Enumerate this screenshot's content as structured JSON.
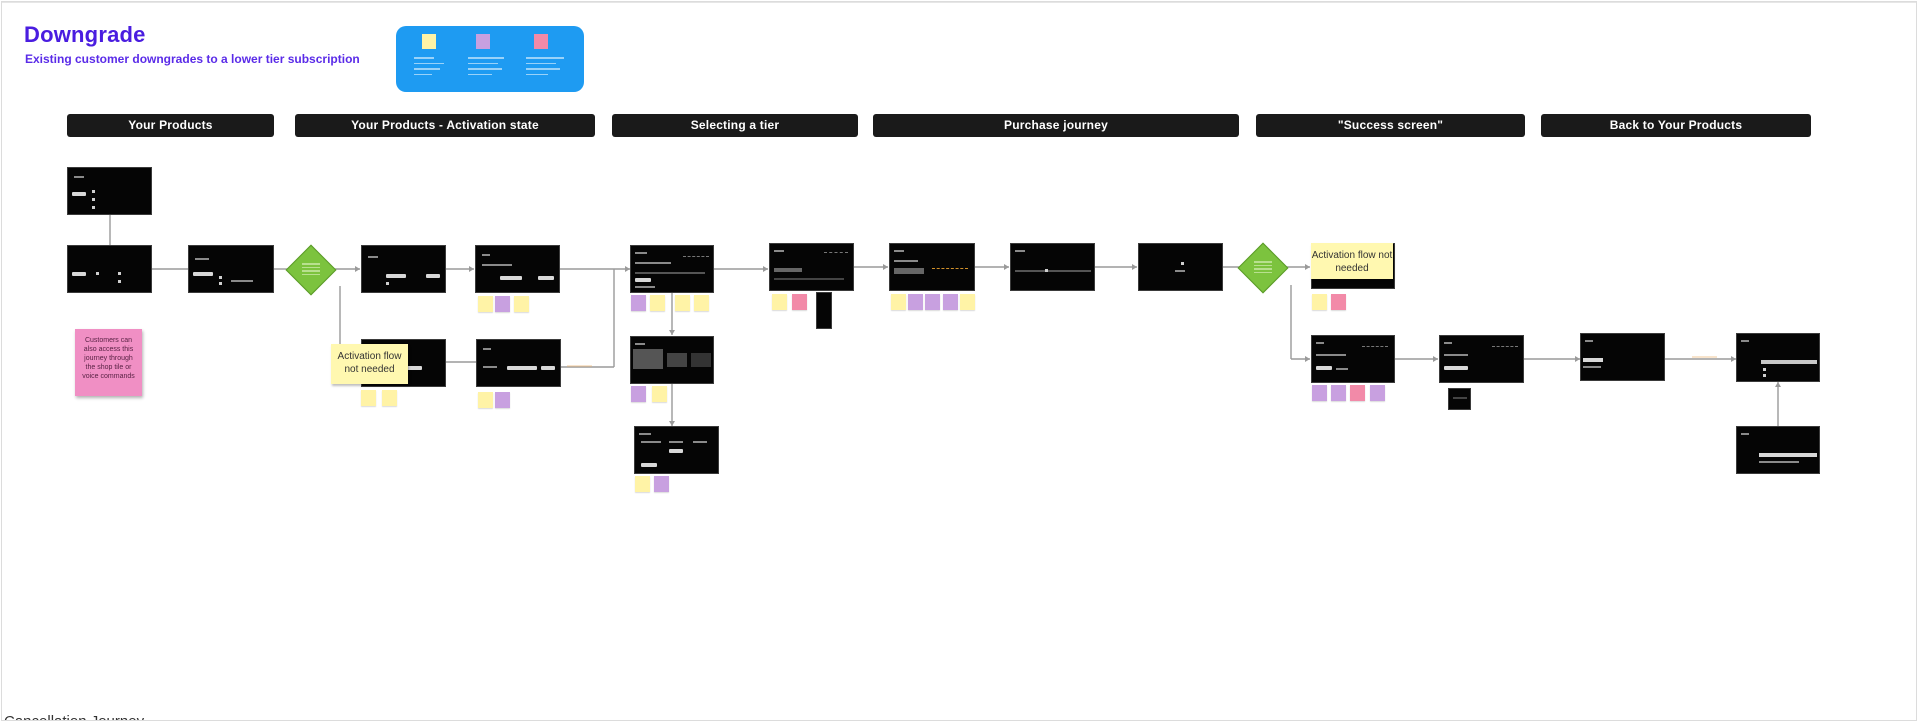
{
  "flow": {
    "title": "Downgrade",
    "subtitle": "Existing customer downgrades to a lower tier subscription"
  },
  "legend": {
    "colors": [
      "#fff3a6",
      "#c8a0e0",
      "#f28aa8"
    ]
  },
  "phases": [
    "Your Products",
    "Your Products - Activation state",
    "Selecting a tier",
    "Purchase journey",
    "\"Success screen\"",
    "Back to Your Products"
  ],
  "notes": {
    "activation_1": "Activation flow not needed",
    "activation_2": "Activation flow not needed",
    "customers": "Customers can also access this journey through the shop tile or voice commands"
  },
  "colors": {
    "title": "#4a1de0",
    "legend_bg": "#1e9bf2",
    "phase_bg": "#1a1a1a",
    "decision": "#7cc33e",
    "note_yellow": "#fff3a6",
    "note_purple": "#c8a0e0",
    "note_pink": "#f28aa8"
  },
  "next_section": {
    "title": "Cancellation Journey"
  }
}
